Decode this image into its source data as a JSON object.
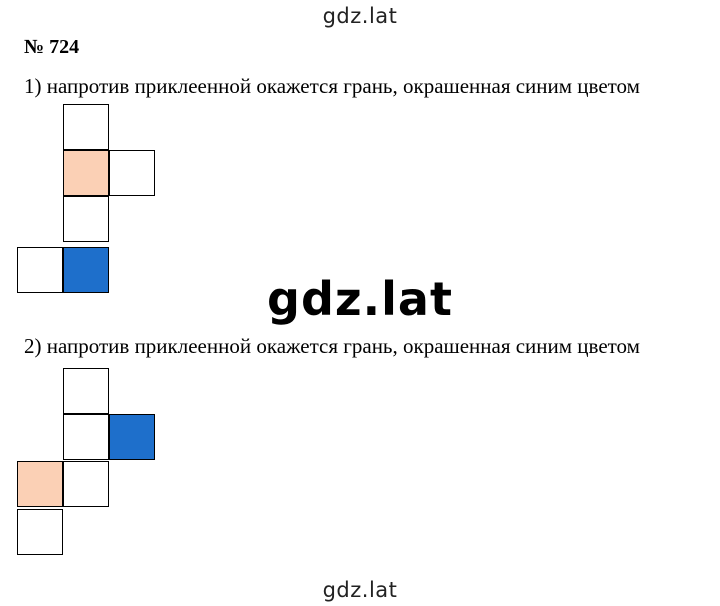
{
  "watermark": {
    "top": "gdz.lat",
    "center": "gdz.lat",
    "bottom": "gdz.lat"
  },
  "task": {
    "number": "№ 724"
  },
  "answers": [
    {
      "text": "1) напротив приклеенной окажется грань, окрашенная синим цветом",
      "net_colors": {
        "glued_face": "#fbd0b5",
        "opposite_face": "#1e6fcb",
        "other_faces": "#ffffff"
      }
    },
    {
      "text": "2) напротив приклеенной окажется грань, окрашенная синим цветом",
      "net_colors": {
        "glued_face": "#fbd0b5",
        "opposite_face": "#1e6fcb",
        "other_faces": "#ffffff"
      }
    }
  ]
}
